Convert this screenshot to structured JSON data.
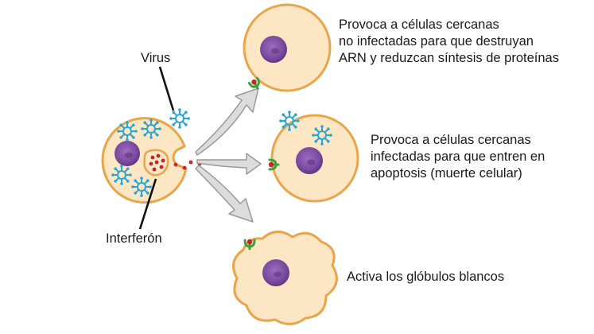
{
  "labels": {
    "virus": "Virus",
    "interferon": "Interferón"
  },
  "effects": [
    {
      "lines": [
        "Provoca a células cercanas",
        "no infectadas para que destruyan",
        "ARN y reduzcan síntesis de proteínas"
      ]
    },
    {
      "lines": [
        "Provoca a células cercanas",
        "infectadas para que entren en",
        "apoptosis (muerte celular)"
      ]
    },
    {
      "lines": [
        "Activa los glóbulos blancos"
      ]
    }
  ],
  "colors": {
    "cell_fill": "#fde6c4",
    "cell_stroke": "#e8a54a",
    "nucleus": "#7a4a9e",
    "virus": "#2aa6d6",
    "interferon_dot": "#d0202a",
    "receptor": "#3aa43a",
    "arrow_fill": "#dcdcdc",
    "arrow_stroke": "#9a9a9a"
  }
}
